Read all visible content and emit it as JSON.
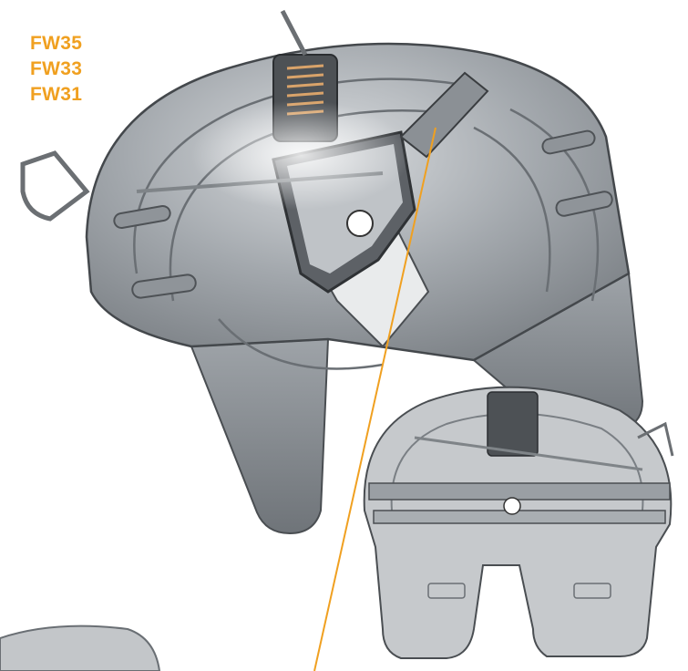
{
  "models": [
    "FW35",
    "FW33",
    "FW31"
  ],
  "colors": {
    "label": "#f0a020",
    "callout_line": "#f0a020",
    "steel_light": "#b4b8bc",
    "steel_mid": "#8c9196",
    "steel_dark": "#55595d",
    "outline": "#3e4246"
  }
}
